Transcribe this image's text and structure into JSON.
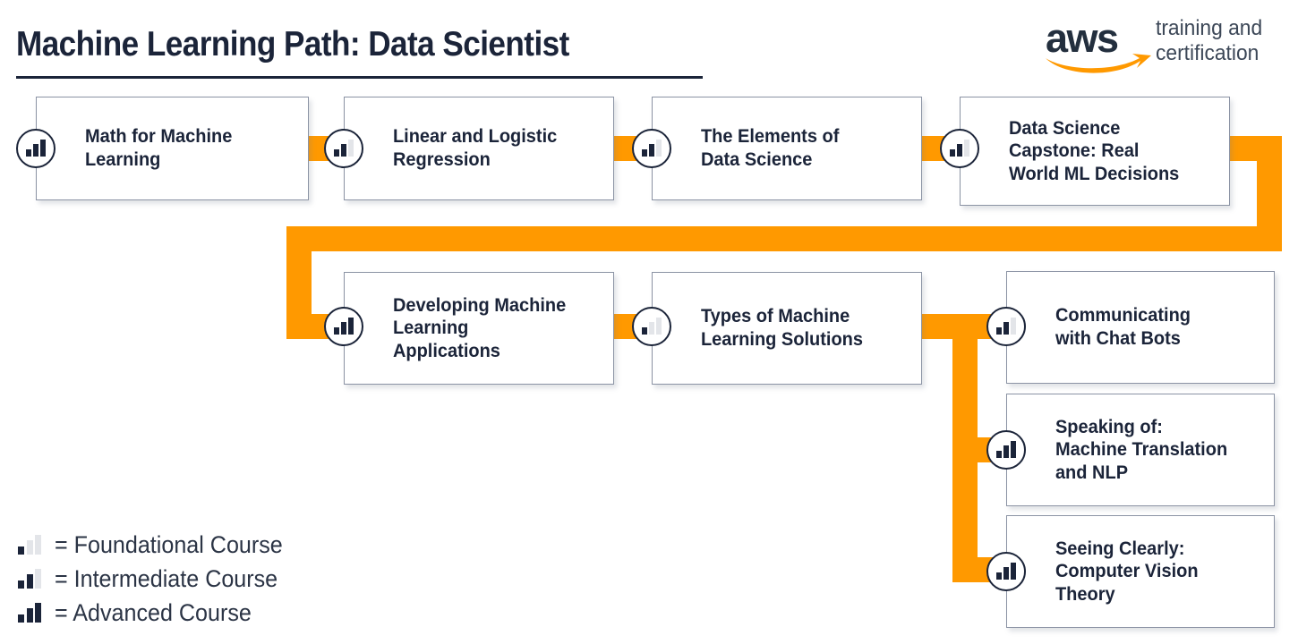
{
  "header": {
    "title": "Machine Learning Path: Data Scientist",
    "logo": {
      "wordmark": "aws",
      "sublabel": "training and\ncertification"
    }
  },
  "colors": {
    "accent_orange": "#ff9900",
    "navy": "#1b2439",
    "box_border": "#8b93a4",
    "bar_off": "#e3e5e9"
  },
  "courses": [
    {
      "id": "math-for-machine-learning",
      "title": "Math for Machine\nLearning",
      "level": "advanced",
      "row": 1
    },
    {
      "id": "linear-and-logistic-regression",
      "title": "Linear and Logistic\nRegression",
      "level": "intermediate",
      "row": 1
    },
    {
      "id": "the-elements-of-data-science",
      "title": "The Elements of\nData Science",
      "level": "intermediate",
      "row": 1
    },
    {
      "id": "data-science-capstone",
      "title": "Data Science\nCapstone: Real\nWorld ML Decisions",
      "level": "intermediate",
      "row": 1
    },
    {
      "id": "developing-machine-learning-applications",
      "title": "Developing Machine\nLearning\nApplications",
      "level": "advanced",
      "row": 2
    },
    {
      "id": "types-of-machine-learning-solutions",
      "title": "Types of Machine\nLearning Solutions",
      "level": "foundational",
      "row": 2
    },
    {
      "id": "communicating-with-chat-bots",
      "title": "Communicating\nwith Chat Bots",
      "level": "intermediate",
      "row": 3
    },
    {
      "id": "speaking-of-machine-translation-and-nlp",
      "title": "Speaking of:\nMachine Translation\nand NLP",
      "level": "advanced",
      "row": 3
    },
    {
      "id": "seeing-clearly-computer-vision-theory",
      "title": "Seeing Clearly:\nComputer Vision\nTheory",
      "level": "advanced",
      "row": 3
    }
  ],
  "legend": [
    {
      "level": "foundational",
      "label": "= Foundational Course"
    },
    {
      "level": "intermediate",
      "label": "= Intermediate Course"
    },
    {
      "level": "advanced",
      "label": "= Advanced Course"
    }
  ]
}
